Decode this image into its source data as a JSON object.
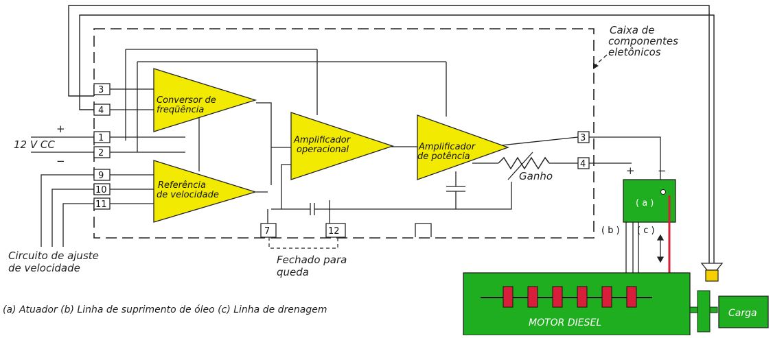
{
  "box_label": [
    "Caixa de",
    "componentes",
    "eletônicos"
  ],
  "supply": {
    "plus": "+",
    "minus": "−",
    "voltage": "12 V  CC"
  },
  "left_terminals": [
    "3",
    "4",
    "1",
    "2",
    "9",
    "10",
    "11"
  ],
  "amplifiers": {
    "frequency_converter": [
      "Conversor de",
      "freqüência"
    ],
    "operational": [
      "Amplificador",
      "operacional"
    ],
    "power": [
      "Amplificador",
      "de potência"
    ],
    "speed_reference": [
      "Referência",
      "de velocidade"
    ]
  },
  "gain_label": "Ganho",
  "bottom_terminals": {
    "t7": "7",
    "t12": "12"
  },
  "closed_for_drop": [
    "Fechado para",
    "queda"
  ],
  "speed_adjust_circuit": [
    "Circuito de ajuste",
    "de velocidade"
  ],
  "right_terminals": [
    "3",
    "4"
  ],
  "actuator": {
    "plus": "+",
    "minus": "−",
    "label": "( a )"
  },
  "line_labels": {
    "b": "( b )",
    "c": "( c )"
  },
  "engine_label": "MOTOR DIESEL",
  "load_label": "Carga",
  "legend": "(a)  Atuador  (b)  Linha de suprimento de óleo  (c)  Linha de drenagem",
  "colors": {
    "amplifier_fill": "#f2ea00",
    "engine_fill": "#1fae1f",
    "cylinder_fill": "#d81e3a",
    "sensor_fill": "#f5d000"
  }
}
